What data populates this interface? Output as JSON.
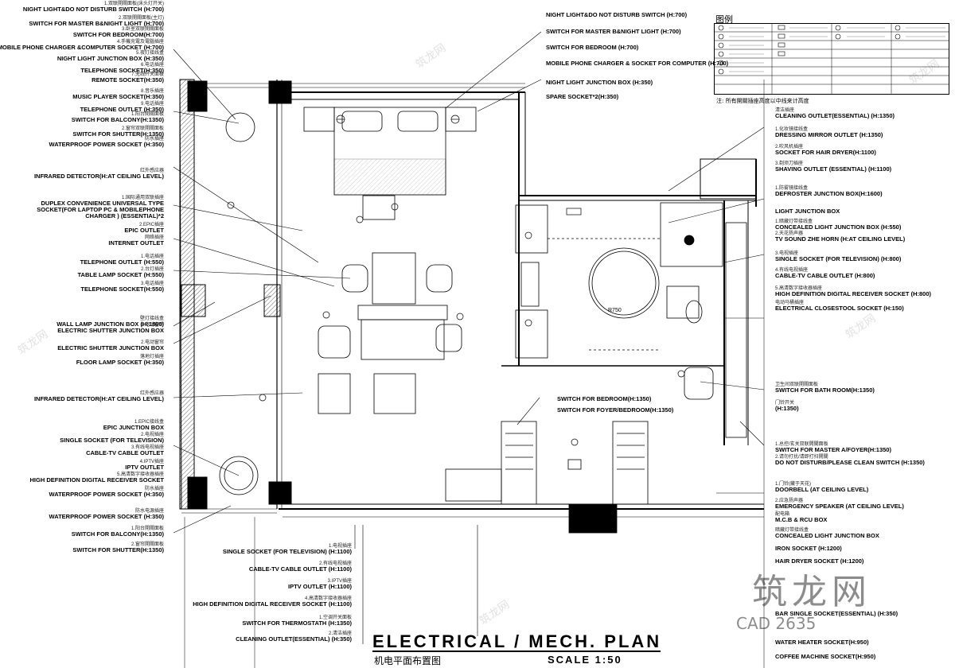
{
  "drawing": {
    "title": "ELECTRICAL / MECH. PLAN",
    "subtitle": "机电平面布置图",
    "scale": "SCALE 1:50",
    "legend_title": "图例",
    "legend_note": "注: 所有開關插座高度以中线来计高度",
    "dimension_label": "R750",
    "brand_watermark": "筑龙网",
    "cad_id": "CAD 2635"
  },
  "left_labels": [
    {
      "cn": "1.双联開關面板(床头灯开关)",
      "en": "NIGHT LIGHT&DO NOT DISTURB SWITCH (H:700)"
    },
    {
      "cn": "2.双联開關面板(主灯)",
      "en": "SWITCH FOR MASTER B&NIGHT LIGHT (H:700)"
    },
    {
      "cn": "3.卧室双联開關面板",
      "en": "SWITCH FOR BEDROOM(H:700)"
    },
    {
      "cn": "4.手機充電及電腦插座",
      "en": "MOBILE PHONE CHARGER &COMPUTER SOCKET (H:700)"
    },
    {
      "cn": "5.夜灯接线盒",
      "en": "NIGHT LIGHT JUNCTION BOX (H:350)"
    },
    {
      "cn": "6.电话插座",
      "en": "TELEPHONE SOCKET(H:350)"
    },
    {
      "cn": "7.无线开关面板",
      "en": "REMOTE SOCKET(H:350)"
    },
    {
      "cn": "8.音乐插座",
      "en": "MUSIC PLAYER SOCKET(H:350)"
    },
    {
      "cn": "9.电话插座",
      "en": "TELEPHONE OUTLET (H:350)"
    },
    {
      "cn": "1.阳台開關面板",
      "en": "SWITCH FOR BALCONY(H:1350)"
    },
    {
      "cn": "2.窗帘双联開關面板",
      "en": "SWITCH FOR SHUTTER(H:1350)"
    },
    {
      "cn": "防水插座",
      "en": "WATERPROOF POWER SOCKET (H:350)"
    },
    {
      "cn": "红外感应器",
      "en": "INFRARED DETECTOR(H:AT CEILING LEVEL)"
    },
    {
      "cn": "1.国际通用双联插座",
      "en": "DUPLEX CONVENIENCE UNIVERSAL TYPE"
    },
    {
      "cn": "",
      "en": "SOCKET(FOR LAPTOP PC & MOBILEPHONE"
    },
    {
      "cn": "",
      "en": "CHARGER ) (ESSENTIAL)*2"
    },
    {
      "cn": "2.EPIC插座",
      "en": "EPIC OUTLET"
    },
    {
      "cn": "网络插座",
      "en": "INTERNET OUTLET"
    },
    {
      "cn": "1.电话插座",
      "en": "TELEPHONE OUTLET (H:550)"
    },
    {
      "cn": "2.台灯插座",
      "en": "TABLE LAMP SOCKET (H:550)"
    },
    {
      "cn": "3.电话插座",
      "en": "TELEPHONE SOCKET(H:550)"
    },
    {
      "cn": "壁灯接线盒",
      "en": "WALL LAMP JUNCTION BOX (H:1800)"
    },
    {
      "cn": "1.电动窗帘",
      "en": "ELECTRIC SHUTTER JUNCTION BOX"
    },
    {
      "cn": "2.电动窗帘",
      "en": "ELECTRIC SHUTTER JUNCTION BOX"
    },
    {
      "cn": "落地灯插座",
      "en": "FLOOR LAMP SOCKET (H:350)"
    },
    {
      "cn": "红外感应器",
      "en": "INFRARED DETECTOR(H:AT CEILING LEVEL)"
    },
    {
      "cn": "1.EPIC接线盒",
      "en": "EPIC JUNCTION BOX"
    },
    {
      "cn": "2.电视插座",
      "en": "SINGLE SOCKET (FOR TELEVISION)"
    },
    {
      "cn": "3.有线电视插座",
      "en": "CABLE-TV CABLE OUTLET"
    },
    {
      "cn": "4.IPTV插座",
      "en": "IPTV OUTLET"
    },
    {
      "cn": "5.高清数字接收器插座",
      "en": "HIGH DEFINITION DIGITAL RECEIVER SOCKET"
    },
    {
      "cn": "防水插座",
      "en": "WATERPROOF POWER SOCKET (H:350)"
    },
    {
      "cn": "防水电源插座",
      "en": "WATERPROOF POWER SOCKET (H:350)"
    },
    {
      "cn": "1.阳台開關面板",
      "en": "SWITCH FOR BALCONY(H:1350)"
    },
    {
      "cn": "2.窗帘開關面板",
      "en": "SWITCH FOR SHUTTER(H:1350)"
    }
  ],
  "top_center_labels": [
    {
      "en": "NIGHT LIGHT&DO NOT DISTURB SWITCH (H:700)"
    },
    {
      "en": "SWITCH FOR MASTER B&NIGHT LIGHT (H:700)"
    },
    {
      "en": "SWITCH FOR BEDROOM (H:700)"
    },
    {
      "en": "MOBILE PHONE CHARGER & SOCKET FOR COMPUTER (H:700)"
    },
    {
      "en": "NIGHT LIGHT JUNCTION BOX (H:350)"
    },
    {
      "en": "SPARE SOCKET*2(H:350)"
    }
  ],
  "right_labels": [
    {
      "cn": "清洁插座",
      "en": "CLEANING OUTLET(ESSENTIAL) (H:1350)"
    },
    {
      "cn": "1.化妆镜接线盒",
      "en": "DRESSING MIRROR OUTLET (H:1350)"
    },
    {
      "cn": "2.吹风机插座",
      "en": "SOCKET FOR HAIR DRYER(H:1100)"
    },
    {
      "cn": "3.剃须刀插座",
      "en": "SHAVING OUTLET (ESSENTIAL) (H:1100)"
    },
    {
      "cn": "1.防雾镜接线盒",
      "en": "DEFROSTER JUNCTION BOX(H:1600)"
    },
    {
      "cn": "",
      "en": "LIGHT JUNCTION BOX"
    },
    {
      "cn": "1.暗藏灯带接线盒",
      "en": "CONCEALED LIGHT JUNCTION BOX (H:550)"
    },
    {
      "cn": "2.天花扬声器",
      "en": "TV SOUND ZHE HORN (H:AT CEILING LEVEL)"
    },
    {
      "cn": "3.电视插座",
      "en": "SINGLE SOCKET (FOR TELEVISION) (H:800)"
    },
    {
      "cn": "4.有线电视插座",
      "en": "CABLE-TV CABLE OUTLET (H:800)"
    },
    {
      "cn": "5.高清数字接收器插座",
      "en": "HIGH DEFINITION DIGITAL RECEIVER SOCKET (H:800)"
    },
    {
      "cn": "电动马桶插座",
      "en": "ELECTRICAL CLOSESTOOL SOCKET (H:150)"
    },
    {
      "cn": "卫生间双联開關面板",
      "en": "SWITCH FOR BATH ROOM(H:1350)"
    },
    {
      "cn": "门铃开关",
      "en": "(H:1350)"
    },
    {
      "cn": "1.总控/玄关双联開關面板",
      "en": "SWITCH FOR MASTER A/FOYER(H:1350)"
    },
    {
      "cn": "2.请勿打扰/请即打扫開關",
      "en": "DO NOT DISTURB/PLEASE CLEAN SWITCH (H:1350)"
    },
    {
      "cn": "1.门铃(藏于天花)",
      "en": "DOORBELL (AT CEILING LEVEL)"
    },
    {
      "cn": "2.应急扬声器",
      "en": "EMERGENCY SPEAKER (AT CEILING LEVEL)"
    },
    {
      "cn": "配电箱",
      "en": "M.C.B & RCU BOX"
    },
    {
      "cn": "暗藏灯带接线盒",
      "en": "CONCEALED LIGHT JUNCTION BOX"
    },
    {
      "cn": "",
      "en": "IRON SOCKET (H:1200)"
    },
    {
      "cn": "",
      "en": "HAIR DRYER SOCKET (H:1200)"
    },
    {
      "cn": "",
      "en": "BAR SINGLE SOCKET(ESSENTIAL) (H:350)"
    },
    {
      "cn": "",
      "en": "WATER HEATER SOCKET(H:950)"
    },
    {
      "cn": "",
      "en": "COFFEE MACHINE SOCKET(H:950)"
    }
  ],
  "foyer_labels": [
    {
      "en": "SWITCH FOR BEDROOM(H:1350)"
    },
    {
      "en": "SWITCH FOR FOYER/BEDROOM(H:1350)"
    }
  ],
  "bottom_labels": [
    {
      "cn": "1.电视插座",
      "en": "SINGLE SOCKET (FOR TELEVISION) (H:1100)"
    },
    {
      "cn": "2.有线电视插座",
      "en": "CABLE-TV CABLE OUTLET (H:1100)"
    },
    {
      "cn": "3.IPTV插座",
      "en": "IPTV OUTLET (H:1100)"
    },
    {
      "cn": "4.高清数字接收器插座",
      "en": "HIGH DEFINITION DIGITAL RECEIVER SOCKET (H:1100)"
    },
    {
      "cn": "1.空调开关面板",
      "en": "SWITCH FOR THERMOSTATH (H:1350)"
    },
    {
      "cn": "2.清洁插座",
      "en": "CLEANING OUTLET(ESSENTIAL) (H:350)"
    }
  ]
}
